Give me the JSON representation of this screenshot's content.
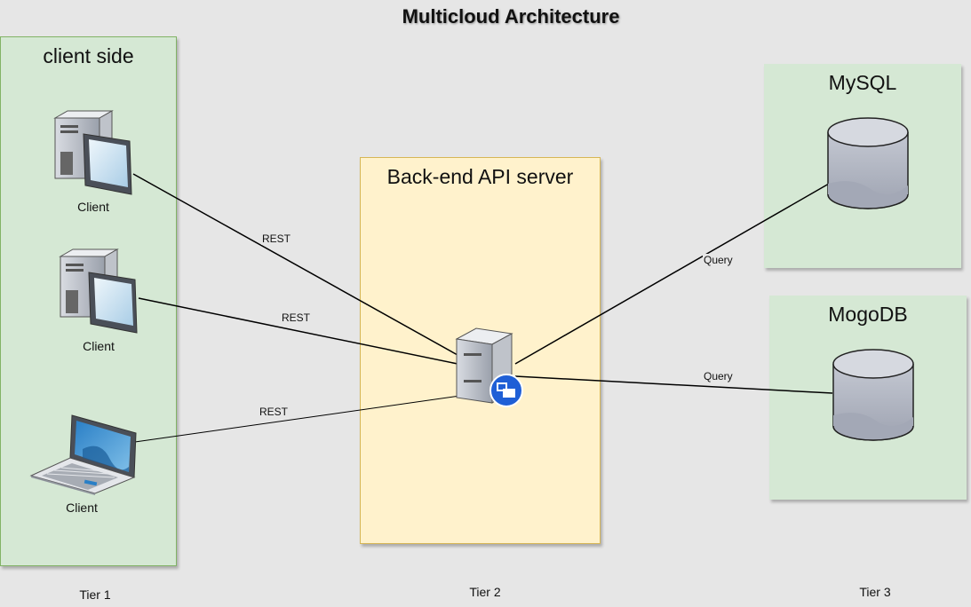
{
  "title": "Multicloud Architecture",
  "zones": {
    "client_side": "client side",
    "backend": "Back-end API server",
    "mysql": "MySQL",
    "mongodb": "MogoDB"
  },
  "nodes": {
    "client_1": "Client",
    "client_2": "Client",
    "client_3": "Client"
  },
  "edges": {
    "rest_1": "REST",
    "rest_2": "REST",
    "rest_3": "REST",
    "query_1": "Query",
    "query_2": "Query"
  },
  "tiers": {
    "tier_1": "Tier 1",
    "tier_2": "Tier 2",
    "tier_3": "Tier 3"
  },
  "colors": {
    "client_zone": "#d5e8d4",
    "backend_zone": "#fff2cc",
    "canvas": "#e6e6e6",
    "badge": "#1f5fd6"
  },
  "icons": [
    "desktop-computer-icon",
    "laptop-icon",
    "server-icon",
    "database-icon"
  ]
}
